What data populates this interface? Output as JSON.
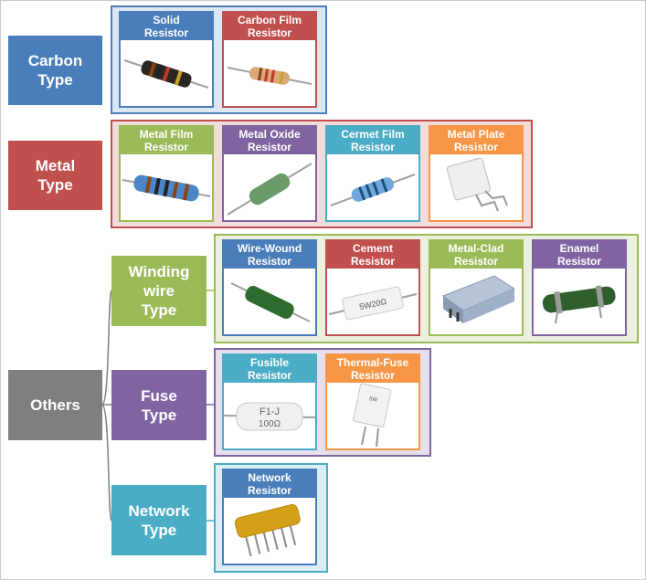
{
  "colors": {
    "carbon": "#4a7ebb",
    "carbon_bg": "#dce6f2",
    "metal": "#c0504d",
    "metal_bg": "#f2dcdb",
    "winding": "#9bbb59",
    "winding_bg": "#ebf1de",
    "fuse": "#8064a2",
    "fuse_bg": "#e5e0ec",
    "network": "#4bacc6",
    "network_bg": "#dbeef4",
    "others": "#7f7f7f",
    "orange": "#f79646",
    "teal": "#4bacc6"
  },
  "categories": {
    "carbon": "Carbon\nType",
    "metal": "Metal\nType",
    "winding": "Winding\nwire\nType",
    "fuse": "Fuse\nType",
    "network": "Network\nType",
    "others": "Others"
  },
  "cards": {
    "solid": {
      "label": "Solid\nResistor",
      "icon": "axial-resistor-dark-icon"
    },
    "carbon_film": {
      "label": "Carbon Film\nResistor",
      "icon": "axial-resistor-tan-icon"
    },
    "metal_film": {
      "label": "Metal Film\nResistor",
      "icon": "axial-resistor-blue-icon"
    },
    "metal_oxide": {
      "label": "Metal Oxide\nResistor",
      "icon": "axial-resistor-green-icon"
    },
    "cermet_film": {
      "label": "Cermet Film\nResistor",
      "icon": "axial-resistor-lightblue-icon"
    },
    "metal_plate": {
      "label": "Metal Plate\nResistor",
      "icon": "block-resistor-white-icon"
    },
    "wire_wound": {
      "label": "Wire-Wound\nResistor",
      "icon": "wire-wound-green-icon"
    },
    "cement": {
      "label": "Cement\nResistor",
      "icon": "cement-resistor-icon"
    },
    "metal_clad": {
      "label": "Metal-Clad\nResistor",
      "icon": "metal-clad-resistor-icon"
    },
    "enamel": {
      "label": "Enamel\nResistor",
      "icon": "enamel-resistor-icon"
    },
    "fusible": {
      "label": "Fusible\nResistor",
      "icon": "fusible-resistor-icon"
    },
    "thermal_fuse": {
      "label": "Thermal-Fuse\nResistor",
      "icon": "thermal-fuse-resistor-icon"
    },
    "network": {
      "label": "Network\nResistor",
      "icon": "network-resistor-icon"
    }
  }
}
